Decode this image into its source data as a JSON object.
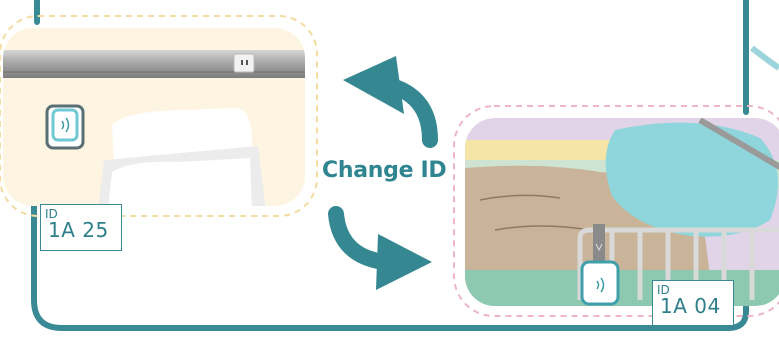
{
  "diagram": {
    "action_label": "Change ID",
    "left_panel": {
      "id_caption": "ID",
      "id_value": "1A 25"
    },
    "right_panel": {
      "id_caption": "ID",
      "id_value": "1A 04"
    },
    "colors": {
      "teal": "#3a8a95",
      "left_dash": "#f3dca0",
      "right_dash": "#eeb6c4",
      "left_bg": "#fdf5e1"
    }
  }
}
